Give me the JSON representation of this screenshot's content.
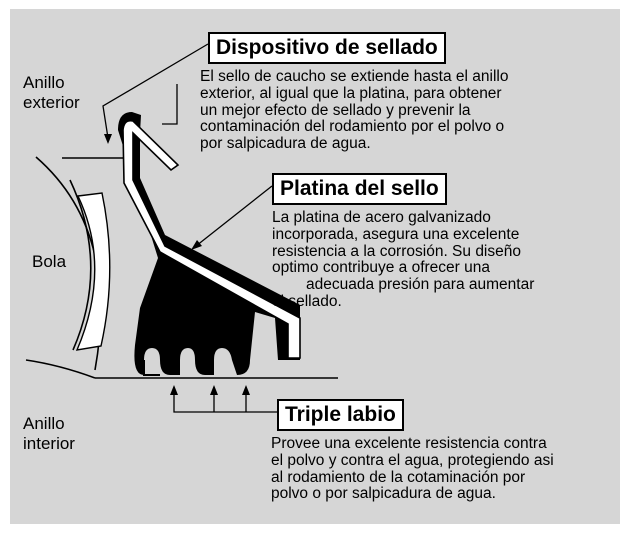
{
  "labels": {
    "outer_ring": [
      "Anillo",
      "exterior"
    ],
    "ball": "Bola",
    "inner_ring": [
      "Anillo",
      "interior"
    ]
  },
  "callouts": {
    "sealing_device": {
      "title": "Dispositivo de sellado",
      "lines": [
        "El sello de caucho se extiende hasta el anillo",
        "exterior, al igual que la platina, para obtener",
        "un mejor efecto de sellado y prevenir la",
        "contaminación del rodamiento por el polvo o",
        "por salpicadura de agua."
      ]
    },
    "seal_plate": {
      "title": "Platina del sello",
      "lines": [
        "La platina de acero galvanizado",
        "incorporada, asegura una excelente",
        "resistencia a la corrosión. Su diseño",
        "optimo contribuye a ofrecer una",
        "adecuada presión para aumentar",
        "el sellado."
      ]
    },
    "triple_lip": {
      "title": "Triple labio",
      "lines": [
        "Provee una excelente resistencia contra",
        "el polvo y contra el agua, protegiendo asi",
        "al rodamiento de la cotaminación por",
        "polvo o por salpicadura de agua."
      ]
    }
  },
  "colors": {
    "panel": "#d6d6d6",
    "ink": "#000000",
    "seal": "#000000",
    "plate": "#ffffff"
  }
}
